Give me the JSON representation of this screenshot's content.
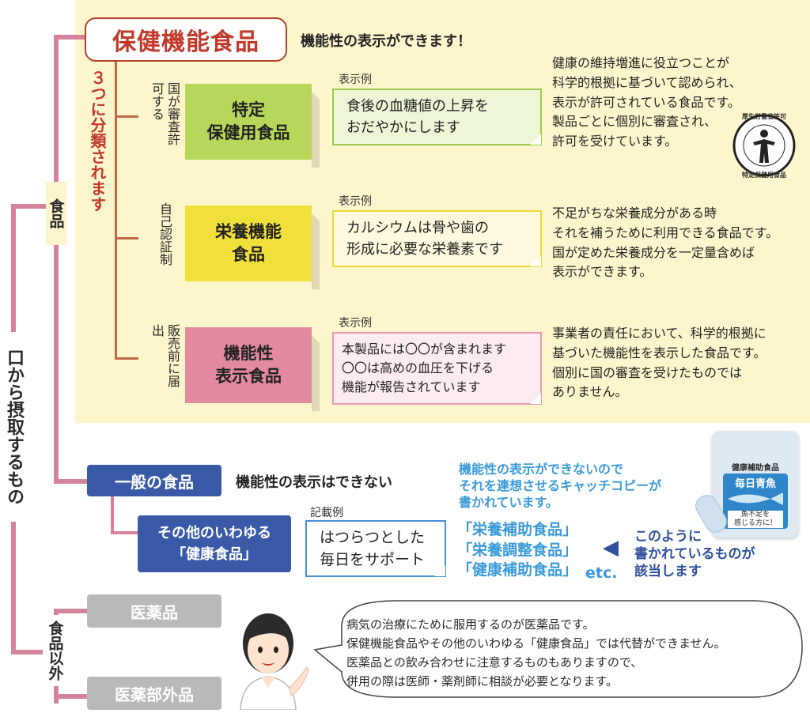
{
  "root_label": "口から摂取するもの",
  "food_label": "食品",
  "nonfood_label": "食品以外",
  "functional": {
    "title": "保健機能食品",
    "subtitle": "機能性の表示ができます！",
    "three_label": "３つに分類されます",
    "example_label": "表示例",
    "categories": [
      {
        "approval": "国が審査許可する",
        "name_line1": "特定",
        "name_line2": "保健用食品",
        "example_line1": "食後の血糖値の上昇を",
        "example_line2": "おだやかにします",
        "example_line3": "",
        "description": "健康の維持増進に役立つことが\n科学的根拠に基づいて認められ、\n表示が許可されている食品です。\n製品ごとに個別に審査され、\n許可を受けています。",
        "color": "#b6d75a"
      },
      {
        "approval": "自己認証制",
        "name_line1": "栄養機能",
        "name_line2": "食品",
        "example_line1": "カルシウムは骨や歯の",
        "example_line2": "形成に必要な栄養素です",
        "example_line3": "",
        "description": "不足がちな栄養成分がある時\nそれを補うために利用できる食品です。\n国が定めた栄養成分を一定量含めば\n表示ができます。",
        "color": "#f2e03a"
      },
      {
        "approval": "販売前に届出",
        "name_line1": "機能性",
        "name_line2": "表示食品",
        "example_line1": "本製品には〇〇が含まれます",
        "example_line2": "〇〇は高めの血圧を下げる",
        "example_line3": "機能が報告されています",
        "description": "事業者の責任において、科学的根拠に\n基づいた機能性を表示した食品です。\n個別に国の審査を受けたものでは\nありません。",
        "color": "#e48aa0"
      }
    ],
    "logo_top": "厚生労働省許可",
    "logo_bottom": "特定保健用食品"
  },
  "general": {
    "label": "一般の食品",
    "subtitle": "機能性の表示はできない",
    "other_line1": "その他のいわゆる",
    "other_line2": "「健康食品」",
    "record_label": "記載例",
    "record_line1": "はつらつとした",
    "record_line2": "毎日をサポート",
    "note_line1": "機能性の表示ができないので",
    "note_line2": "それを連想させるキャッチコピーが",
    "note_line3": "書かれています。",
    "list": [
      "「栄養補助食品」",
      "「栄養調整食品」",
      "「健康補助食品」"
    ],
    "etc": "etc.",
    "arrow": "◀",
    "applies_line1": "このように",
    "applies_line2": "書かれているものが",
    "applies_line3": "該当します",
    "package_top": "健康補助食品",
    "package_name": "毎日青魚",
    "package_sub_line1": "魚不足を",
    "package_sub_line2": "感じる方に！"
  },
  "nonfood": {
    "medicine": "医薬品",
    "quasi": "医薬部外品",
    "speech_lines": [
      "病気の治療にために服用するのが医薬品です。",
      "保健機能食品やその他のいわゆる「健康食品」では代替ができません。",
      "医薬品との飲み合わせに注意するものもありますので、",
      "併用の際は医師・薬剤師に相談が必要となります。"
    ]
  },
  "colors": {
    "tree_line": "#d4839b",
    "accent_red": "#c0392b",
    "blue_box": "#3a5aa7",
    "cyan_text": "#3a9ad9",
    "gray_box": "#b9b9b9",
    "cream_bg": "#fdf6cd"
  }
}
